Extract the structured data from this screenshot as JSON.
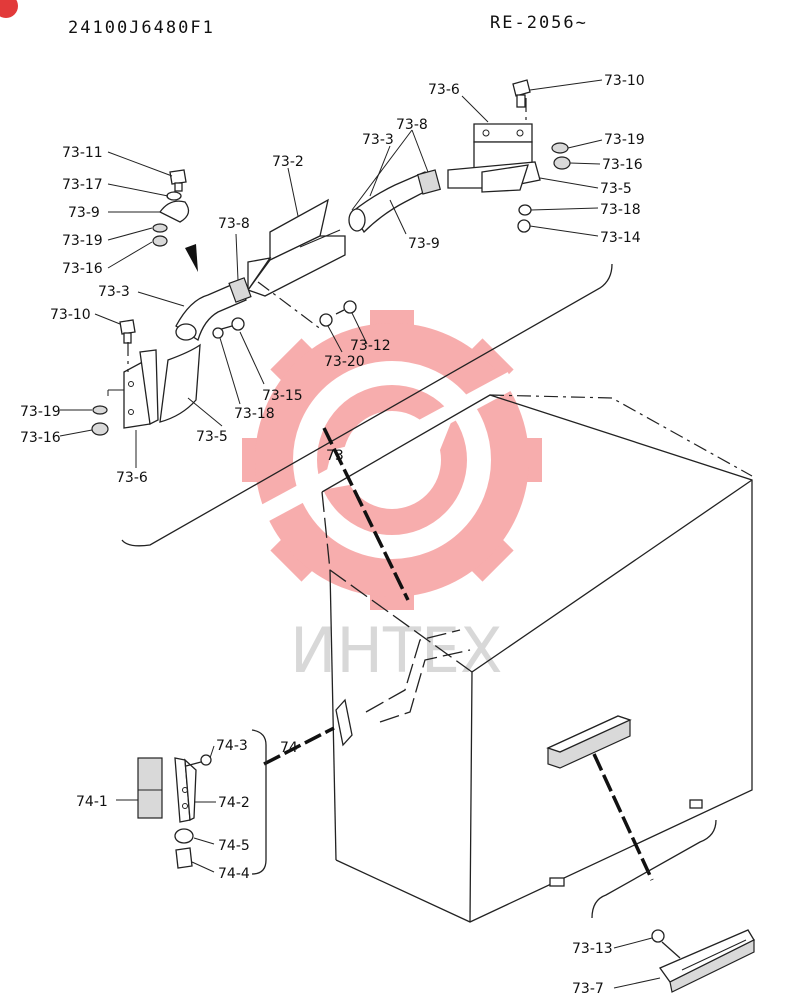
{
  "header": {
    "part_number": "24100J6480F1",
    "serial_range": "RE-2056~"
  },
  "watermark": {
    "text": "ИНТЕХ",
    "color": "#f26b6b"
  },
  "labels": {
    "l_73_10_top": "73-10",
    "l_73_6_top": "73-6",
    "l_73_8_top": "73-8",
    "l_73_3_top": "73-3",
    "l_73_19_right": "73-19",
    "l_73_16_right": "73-16",
    "l_73_5_right": "73-5",
    "l_73_18_right": "73-18",
    "l_73_14": "73-14",
    "l_73_9_right": "73-9",
    "l_73_2": "73-2",
    "l_73_11": "73-11",
    "l_73_17": "73-17",
    "l_73_9_left": "73-9",
    "l_73_19_left": "73-19",
    "l_73_16_left": "73-16",
    "l_73_8_mid": "73-8",
    "l_73_3_left": "73-3",
    "l_73_10_left": "73-10",
    "l_73_12": "73-12",
    "l_73_20": "73-20",
    "l_73_15": "73-15",
    "l_73_18_left": "73-18",
    "l_73_5_left": "73-5",
    "l_73_19_bl": "73-19",
    "l_73_16_bl": "73-16",
    "l_73_6_bl": "73-6",
    "l_73": "73",
    "l_74": "74",
    "l_74_3": "74-3",
    "l_74_1": "74-1",
    "l_74_2": "74-2",
    "l_74_5": "74-5",
    "l_74_4": "74-4",
    "l_73_13": "73-13",
    "l_73_7": "73-7"
  }
}
